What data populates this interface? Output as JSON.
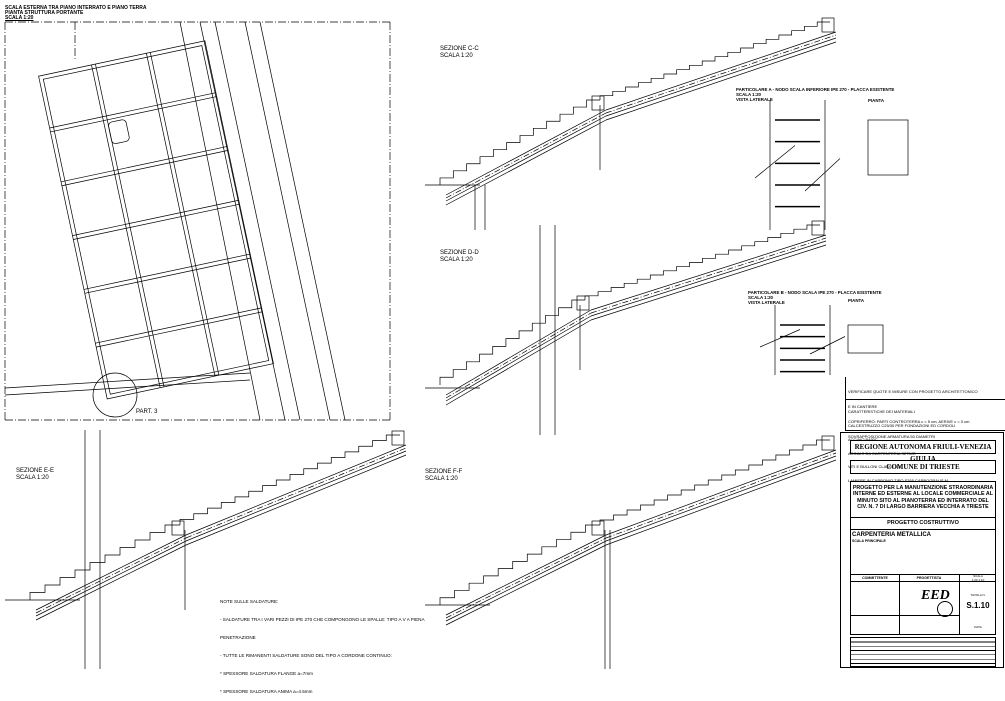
{
  "plan": {
    "title": "SCALA ESTERNA TRA PIANO INTERRATO E PIANO TERRA",
    "subtitle": "PIANTA STRUTTURA PORTANTE",
    "scale": "SCALA 1:20",
    "detail_callout": "PART. 3"
  },
  "sections": [
    {
      "title": "SEZIONE C-C",
      "scale": "SCALA 1:20"
    },
    {
      "title": "SEZIONE D-D",
      "scale": "SCALA 1:20"
    },
    {
      "title": "SEZIONE E-E",
      "scale": "SCALA 1:20"
    },
    {
      "title": "SEZIONE F-F",
      "scale": "SCALA 1:20"
    }
  ],
  "details": [
    {
      "title": "PARTICOLARE A - NODO SCALA INFERIORE IPE 270 - PLACCA ESISTENTE",
      "scale": "SCALA 1:20",
      "view": "VISTA LATERALE",
      "plan": "PIANTA"
    },
    {
      "title": "PARTICOLARE B - NODO SCALA IPE 270 - PLACCA ESISTENTE",
      "scale": "SCALA 1:20",
      "view": "VISTA LATERALE",
      "plan": "PIANTA"
    }
  ],
  "welding_notes": [
    "NOTE SULLE SALDATURE:",
    "- SALDATURE TRA I VARI PEZZI DI IPE 270 CHE COMPONGONO LE SPALLE: TIPO A V A PIENA",
    "PENETRAZIONE",
    "- TUTTE LE RIMANENTI SALDATURE SONO DEL TIPO A CORDONE CONTINUO:",
    "* SPESSORE SALDATURA FLANGE a=7mm",
    "* SPESSORE SALDATURA ANIMA a=4.5mm"
  ],
  "general_notes": [
    "VERIFICARE QUOTE E MISURE CON PROGETTO ARCHITETTONICO",
    "E IN CANTIERE",
    "COPRIFERRO: PARTI CONTROTERRA c = 5 cm; AERIVE c = 3 cm",
    "SOVRAPPOSIZIONE ARMATURA 50 DIAMETRI"
  ],
  "materials": [
    "CARATTERISTICHE DEI MATERIALI",
    "CALCESTRUZZO C25/30 PER FONDAZIONI ED CORDOLI",
    "ACCIAIO B450C",
    "ACCIAIO DA CARPENTERIA S275JR",
    "VITI E BULLONI CLASSE 8.8",
    "LAMIERE IN CARBONIO TIPO S355 CARBOGRAUS M"
  ],
  "title_block": {
    "region": "REGIONE AUTONOMA FRIULI-VENEZIA GIULIA",
    "municipality": "COMUNE DI TRIESTE",
    "project": "PROGETTO PER LA MANUTENZIONE STRAORDINARIA INTERNE ED ESTERNE AL LOCALE COMMERCIALE AL MINUTO SITO AL PIANOTERRA ED INTERRATO DEL CIV. N. 7 DI LARGO BARRIERA VECCHIA A TRIESTE",
    "phase": "PROGETTO COSTRUTTIVO",
    "drawing_title": "CARPENTERIA METALLICA",
    "drawing_subtitle": "SCALA PRINCIPALE",
    "client_label": "COMMITTENTE",
    "designer_label": "PROGETTISTA",
    "scale_label": "SCALA",
    "scale_value": "1:20 1:10",
    "sheet_label": "TAVOLA N.",
    "sheet_number": "S.1.10",
    "logo_text": "EED",
    "date_label": "DATA"
  }
}
